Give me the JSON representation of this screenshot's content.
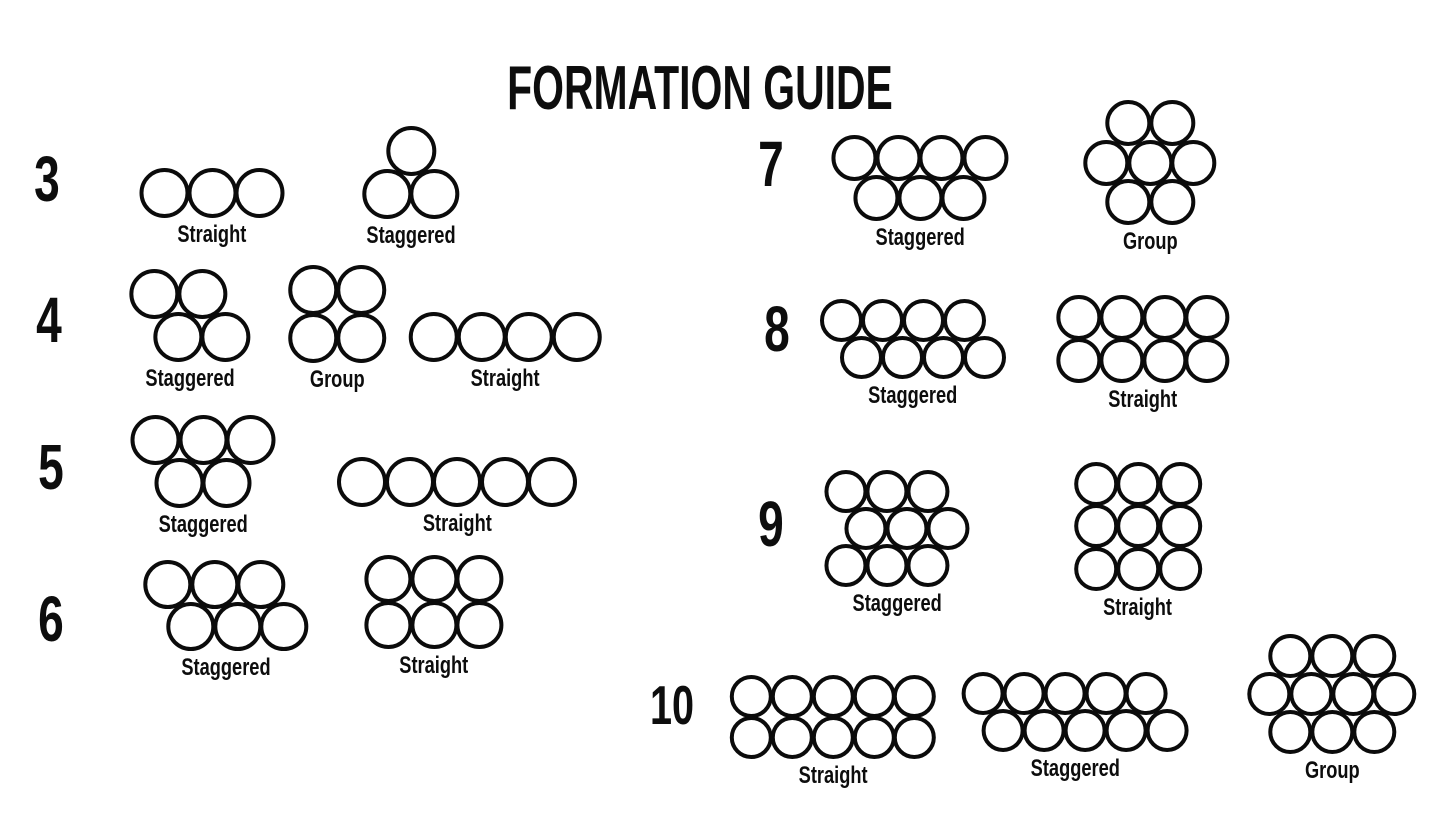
{
  "title": "FORMATION GUIDE",
  "colors": {
    "ink": "#0b0b0b",
    "background": "#ffffff"
  },
  "groups": [
    {
      "number": "3",
      "formations": [
        {
          "label": "Straight",
          "type": "straight",
          "rows": [
            {
              "count": 3,
              "offset": 0
            }
          ]
        },
        {
          "label": "Staggered",
          "type": "staggered",
          "rows": [
            {
              "count": 1,
              "offset": 0.5
            },
            {
              "count": 2,
              "offset": 0
            }
          ]
        }
      ]
    },
    {
      "number": "4",
      "formations": [
        {
          "label": "Staggered",
          "type": "staggered",
          "rows": [
            {
              "count": 2,
              "offset": 0
            },
            {
              "count": 2,
              "offset": 0.5
            }
          ]
        },
        {
          "label": "Group",
          "type": "group",
          "rows": [
            {
              "count": 2,
              "offset": 0
            },
            {
              "count": 2,
              "offset": 0
            }
          ]
        },
        {
          "label": "Straight",
          "type": "straight",
          "rows": [
            {
              "count": 4,
              "offset": 0
            }
          ]
        }
      ]
    },
    {
      "number": "5",
      "formations": [
        {
          "label": "Staggered",
          "type": "staggered",
          "rows": [
            {
              "count": 3,
              "offset": 0
            },
            {
              "count": 2,
              "offset": 0.5
            }
          ]
        },
        {
          "label": "Straight",
          "type": "straight",
          "rows": [
            {
              "count": 5,
              "offset": 0
            }
          ]
        }
      ]
    },
    {
      "number": "6",
      "formations": [
        {
          "label": "Staggered",
          "type": "staggered",
          "rows": [
            {
              "count": 3,
              "offset": 0
            },
            {
              "count": 3,
              "offset": 0.5
            }
          ]
        },
        {
          "label": "Straight",
          "type": "straight",
          "rows": [
            {
              "count": 3,
              "offset": 0
            },
            {
              "count": 3,
              "offset": 0
            }
          ]
        }
      ]
    },
    {
      "number": "7",
      "formations": [
        {
          "label": "Staggered",
          "type": "staggered",
          "rows": [
            {
              "count": 4,
              "offset": 0
            },
            {
              "count": 3,
              "offset": 0.5
            }
          ]
        },
        {
          "label": "Group",
          "type": "group",
          "rows": [
            {
              "count": 2,
              "offset": 0.5
            },
            {
              "count": 3,
              "offset": 0
            },
            {
              "count": 2,
              "offset": 0.5
            }
          ]
        }
      ]
    },
    {
      "number": "8",
      "formations": [
        {
          "label": "Staggered",
          "type": "staggered",
          "rows": [
            {
              "count": 4,
              "offset": 0
            },
            {
              "count": 4,
              "offset": 0.5
            }
          ]
        },
        {
          "label": "Straight",
          "type": "straight",
          "rows": [
            {
              "count": 4,
              "offset": 0
            },
            {
              "count": 4,
              "offset": 0
            }
          ]
        }
      ]
    },
    {
      "number": "9",
      "formations": [
        {
          "label": "Staggered",
          "type": "staggered",
          "rows": [
            {
              "count": 3,
              "offset": 0
            },
            {
              "count": 3,
              "offset": 0.5
            },
            {
              "count": 3,
              "offset": 0
            }
          ]
        },
        {
          "label": "Straight",
          "type": "straight",
          "rows": [
            {
              "count": 3,
              "offset": 0
            },
            {
              "count": 3,
              "offset": 0
            },
            {
              "count": 3,
              "offset": 0
            }
          ]
        }
      ]
    },
    {
      "number": "10",
      "formations": [
        {
          "label": "Straight",
          "type": "straight",
          "rows": [
            {
              "count": 5,
              "offset": 0
            },
            {
              "count": 5,
              "offset": 0
            }
          ]
        },
        {
          "label": "Staggered",
          "type": "staggered",
          "rows": [
            {
              "count": 5,
              "offset": 0
            },
            {
              "count": 5,
              "offset": 0.5
            }
          ]
        },
        {
          "label": "Group",
          "type": "group",
          "rows": [
            {
              "count": 3,
              "offset": 0.5
            },
            {
              "count": 4,
              "offset": 0
            },
            {
              "count": 3,
              "offset": 0.5
            }
          ]
        }
      ]
    }
  ]
}
